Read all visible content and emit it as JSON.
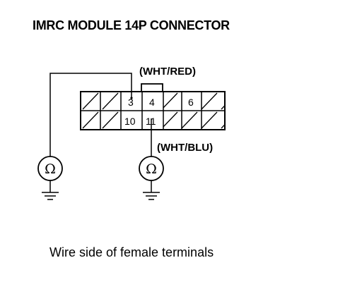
{
  "title": "IMRC MODULE 14P CONNECTOR",
  "caption": "Wire side of female terminals",
  "wire_labels": {
    "top": "(WHT/RED)",
    "bottom": "(WHT/BLU)"
  },
  "pins": {
    "p3": "3",
    "p4": "4",
    "p6": "6",
    "p10": "10",
    "p11": "11"
  },
  "meter_symbol": "Ω",
  "icons": [
    "ohmmeter-icon",
    "ground-icon"
  ]
}
